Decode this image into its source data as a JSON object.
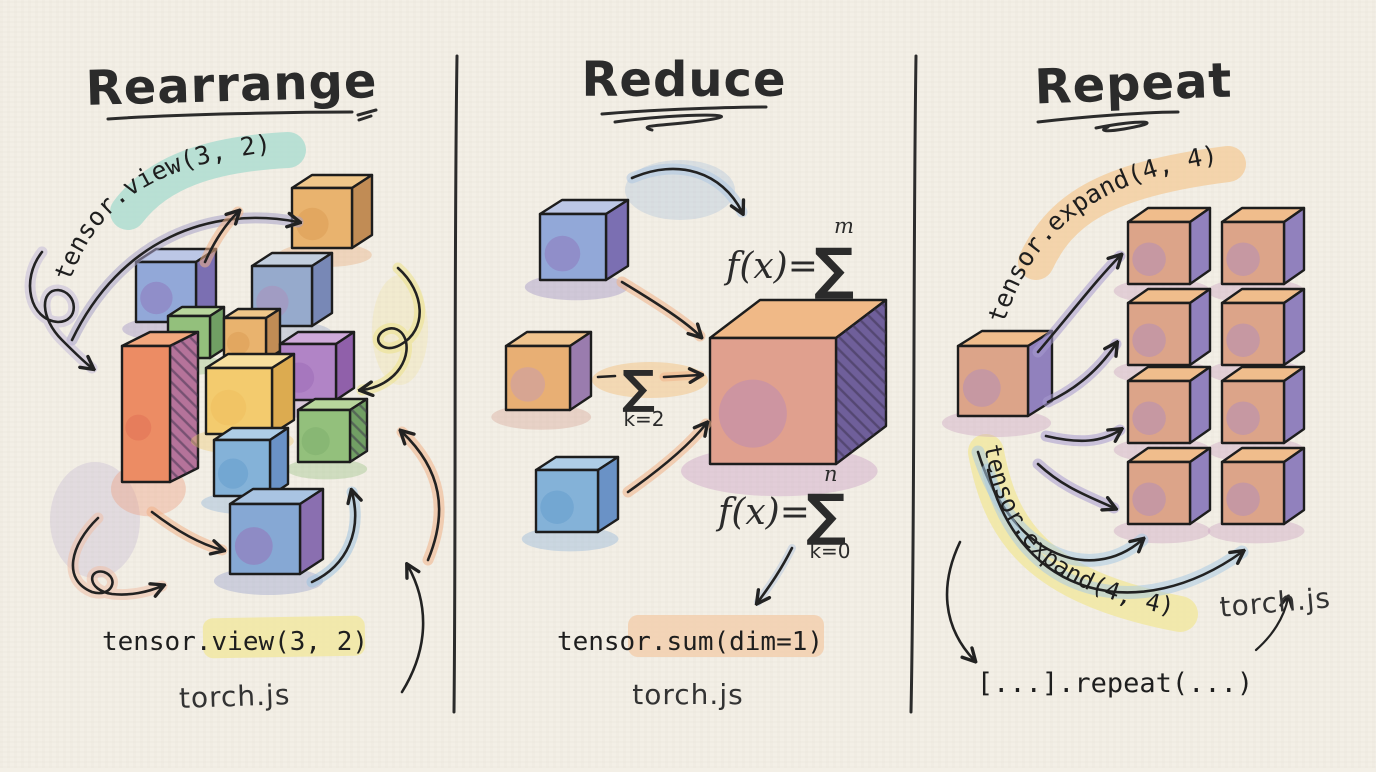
{
  "colors": {
    "paper": "#f3efe6",
    "ink": "#2b2b2b",
    "highlight_teal": "#aadcd0",
    "highlight_yellow": "#f1e79e",
    "highlight_orange": "#f4c993",
    "highlight_peach": "#f2cfae"
  },
  "panels": {
    "rearrange": {
      "title": "Rearrange",
      "arc_label": "tensor.view(3, 2)",
      "caption_code": "tensor.view(3, 2)",
      "caption_lib": "torch.js"
    },
    "reduce": {
      "title": "Reduce",
      "formula_top_prefix": "f(x)=",
      "formula_top_sigma": "∑",
      "formula_top_sup": "m",
      "sum_sigma": "∑",
      "sum_sub": "k=2",
      "formula_bottom_prefix": "f(x)=",
      "formula_bottom_sigma": "∑",
      "formula_bottom_sup": "n",
      "formula_bottom_sub": "k=0",
      "caption_code": "tensor.sum(dim=1)",
      "caption_lib": "torch.js"
    },
    "repeat": {
      "title": "Repeat",
      "arc_label_top": "tensor.expand(4, 4)",
      "arc_label_bottom": "tensor.expand(4, 4)",
      "caption_code": "[...].repeat(...)",
      "caption_lib": "torch.js"
    }
  }
}
